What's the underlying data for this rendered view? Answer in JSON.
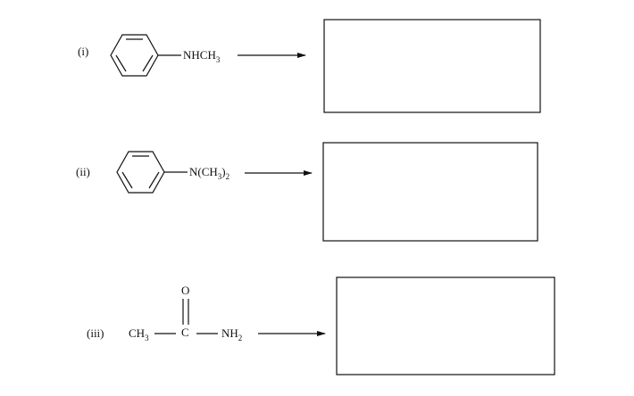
{
  "reactions": [
    {
      "label": "(i)",
      "group_main": "NHCH",
      "group_sub": "3"
    },
    {
      "label": "(ii)",
      "group_pre": "N(CH",
      "group_sub1": "3",
      "group_mid": ")",
      "group_sub2": "2"
    },
    {
      "label": "(iii)",
      "left": "CH",
      "left_sub": "3",
      "center": "C",
      "top": "O",
      "right": "NH",
      "right_sub": "2"
    }
  ]
}
